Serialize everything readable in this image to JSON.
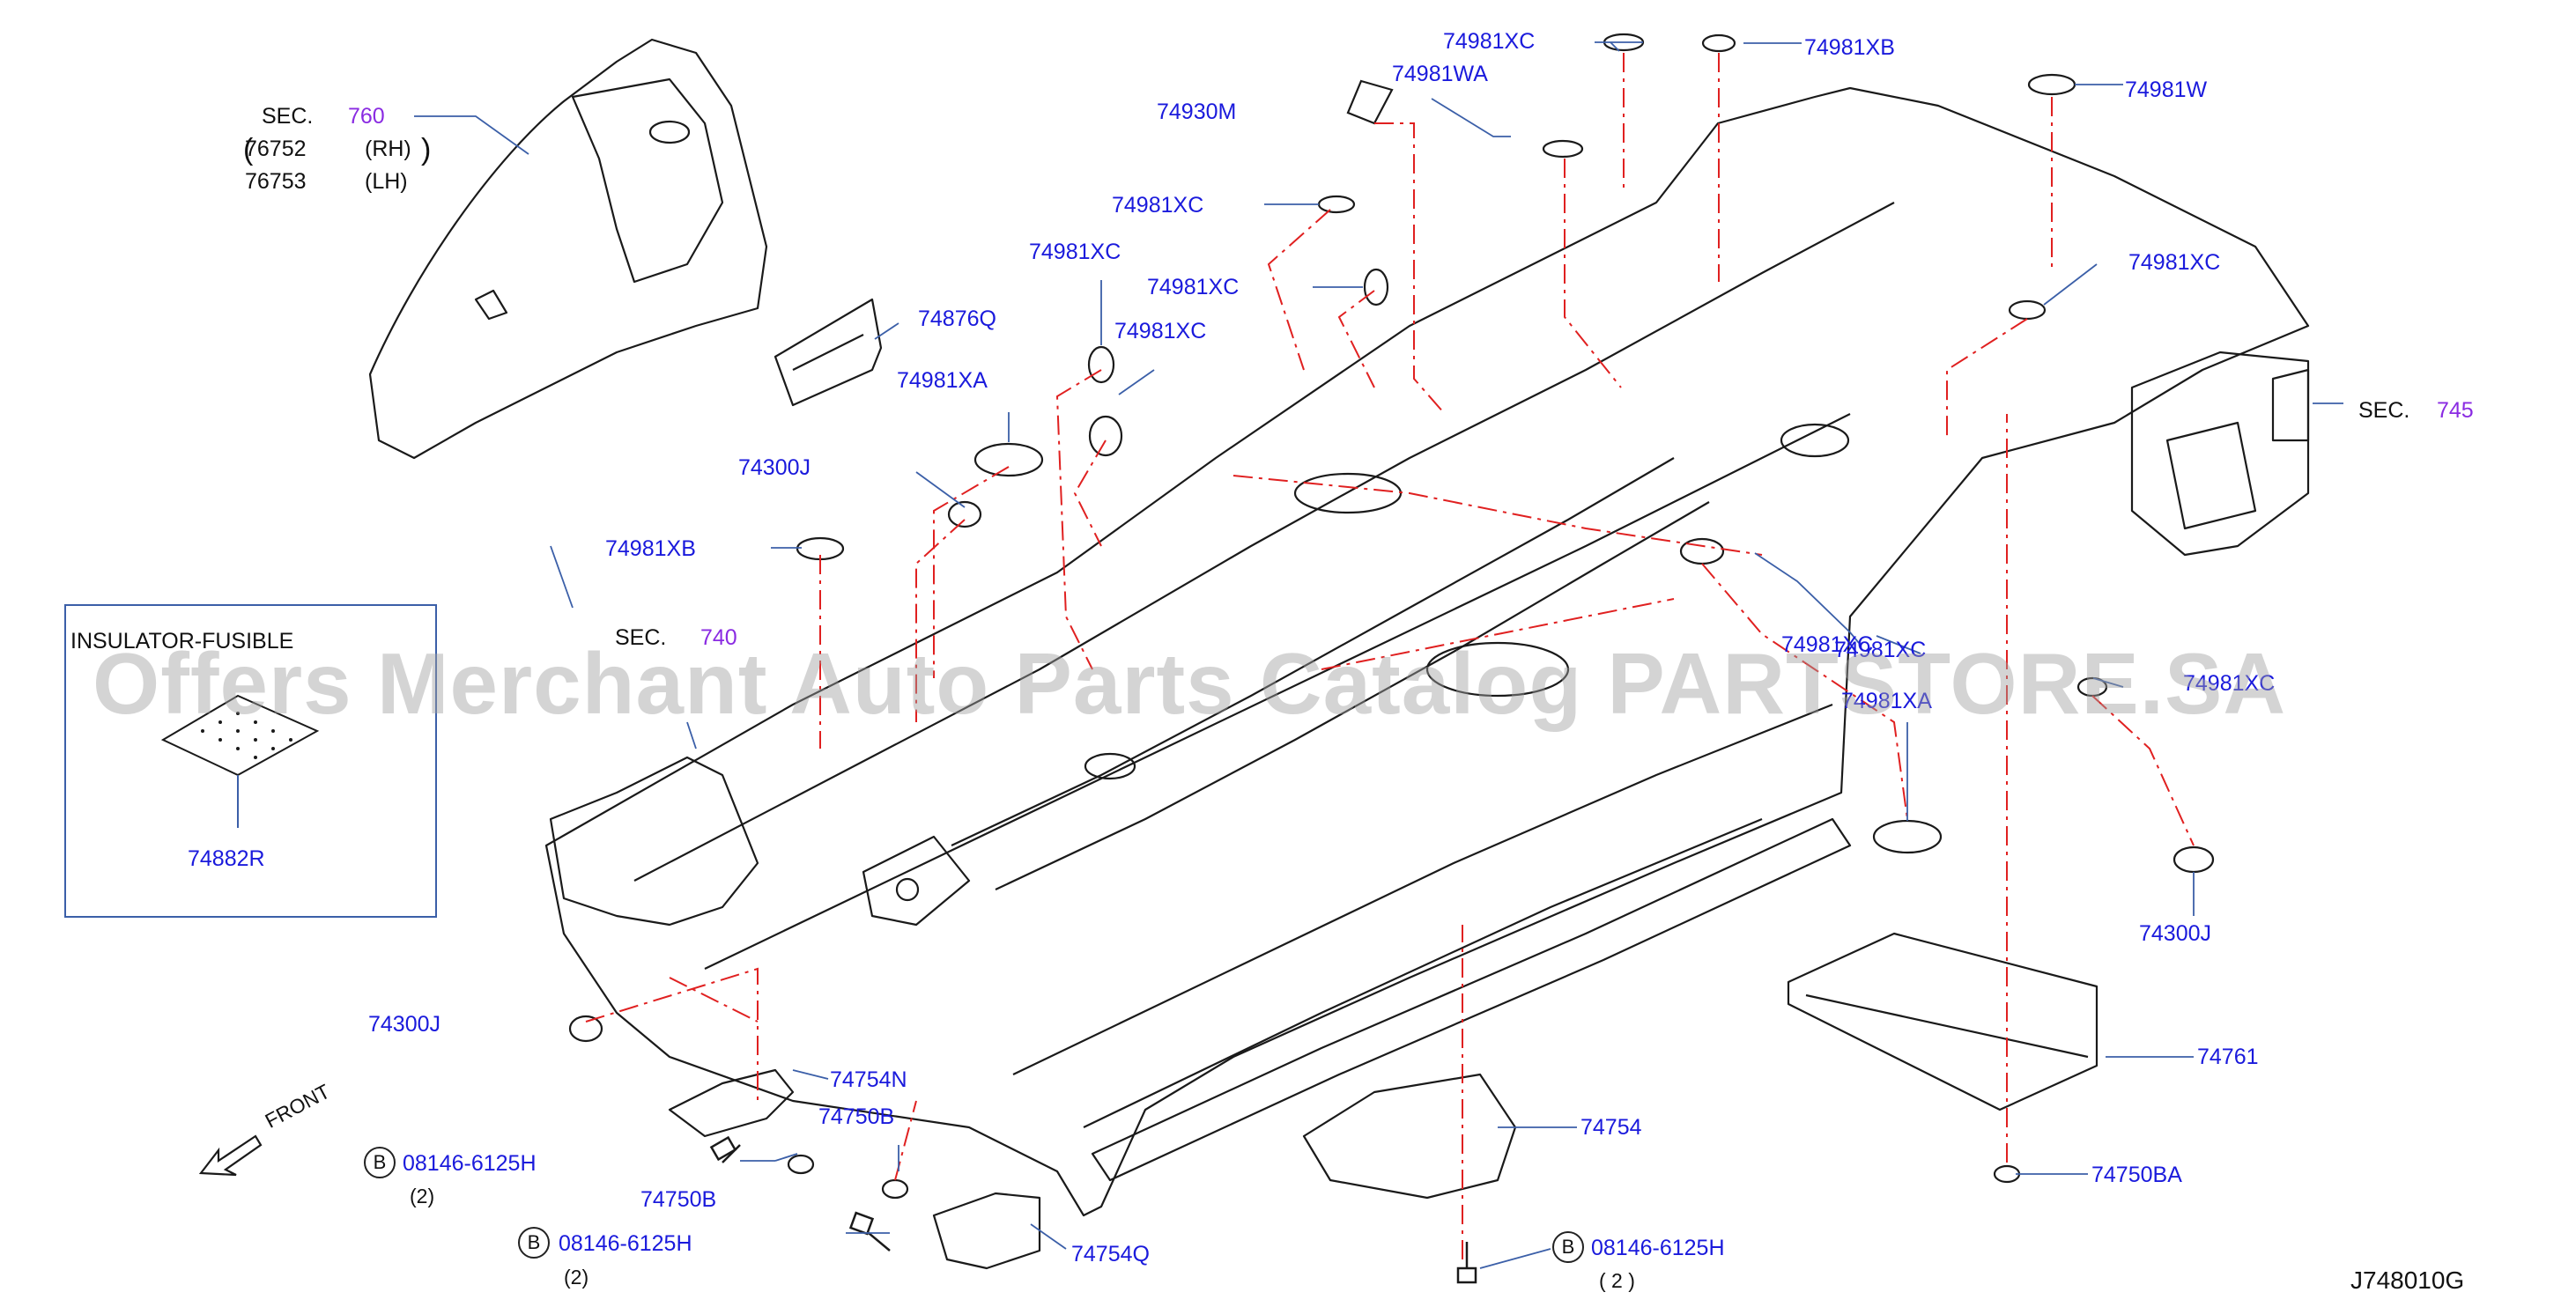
{
  "diagram": {
    "drawing_code": "J748010G",
    "watermark": "Offers Merchant Auto Parts Catalog PARTSTORE.SA",
    "inset_title": "INSULATOR-FUSIBLE",
    "sections": [
      {
        "prefix": "SEC.",
        "number": "760"
      },
      {
        "prefix": "SEC.",
        "number": "740"
      },
      {
        "prefix": "SEC.",
        "number": "745"
      }
    ],
    "sec760_parts": [
      {
        "number": "76752",
        "side": "(RH)"
      },
      {
        "number": "76753",
        "side": "(LH)"
      }
    ],
    "part_labels": [
      "74981XC",
      "74981XB",
      "74981WA",
      "74930M",
      "74981W",
      "74981XC",
      "74981XC",
      "74981XC",
      "74981XC",
      "74981XC",
      "74876Q",
      "74981XA",
      "74300J",
      "74981XB",
      "74981XC",
      "74981XA",
      "74300J",
      "74882R",
      "74300J",
      "74761",
      "74754N",
      "74750B",
      "74750B",
      "74754",
      "74754Q",
      "74750BA",
      "74981XC",
      "74981XC"
    ],
    "bolt_refs": [
      {
        "circle": "B",
        "part": "08146-6125H",
        "qty": "(2)"
      },
      {
        "circle": "B",
        "part": "08146-6125H",
        "qty": "(2)"
      },
      {
        "circle": "B",
        "part": "08146-6125H",
        "qty": "( 2 )"
      }
    ],
    "front_label": "FRONT",
    "colors": {
      "label": "#1a1adc",
      "section_number": "#8a2be2",
      "phantom_line": "#e02020",
      "outline": "#1a1a1a",
      "leader": "#3b5fa8"
    }
  }
}
